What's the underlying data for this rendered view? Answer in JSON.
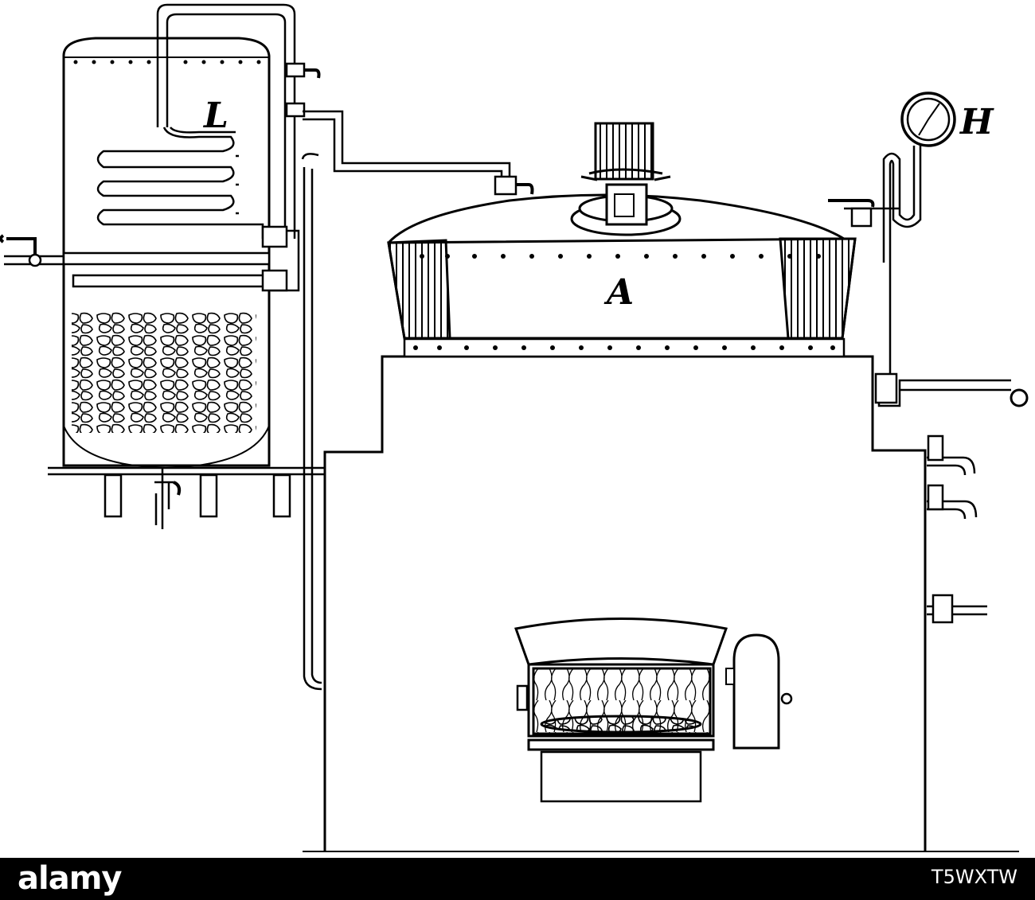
{
  "labels": {
    "L": "L",
    "H": "H",
    "A": "A"
  },
  "watermark": {
    "logo": "alamy",
    "id": "T5WXTW"
  },
  "colors": {
    "ink": "#000000",
    "paper": "#ffffff"
  }
}
